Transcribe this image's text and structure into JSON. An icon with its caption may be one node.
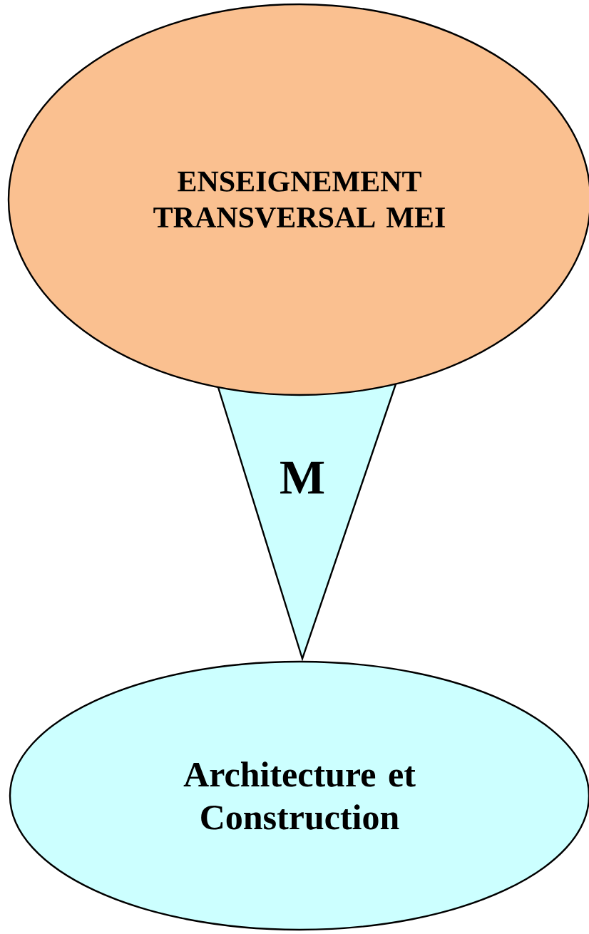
{
  "diagram": {
    "nodes": [
      {
        "text": [
          "ENSEIGNEMENT TRANSVERSAL MEI"
        ]
      },
      {
        "text": [
          "M"
        ]
      },
      {
        "text": [
          "Architecture et Construction"
        ]
      }
    ]
  }
}
